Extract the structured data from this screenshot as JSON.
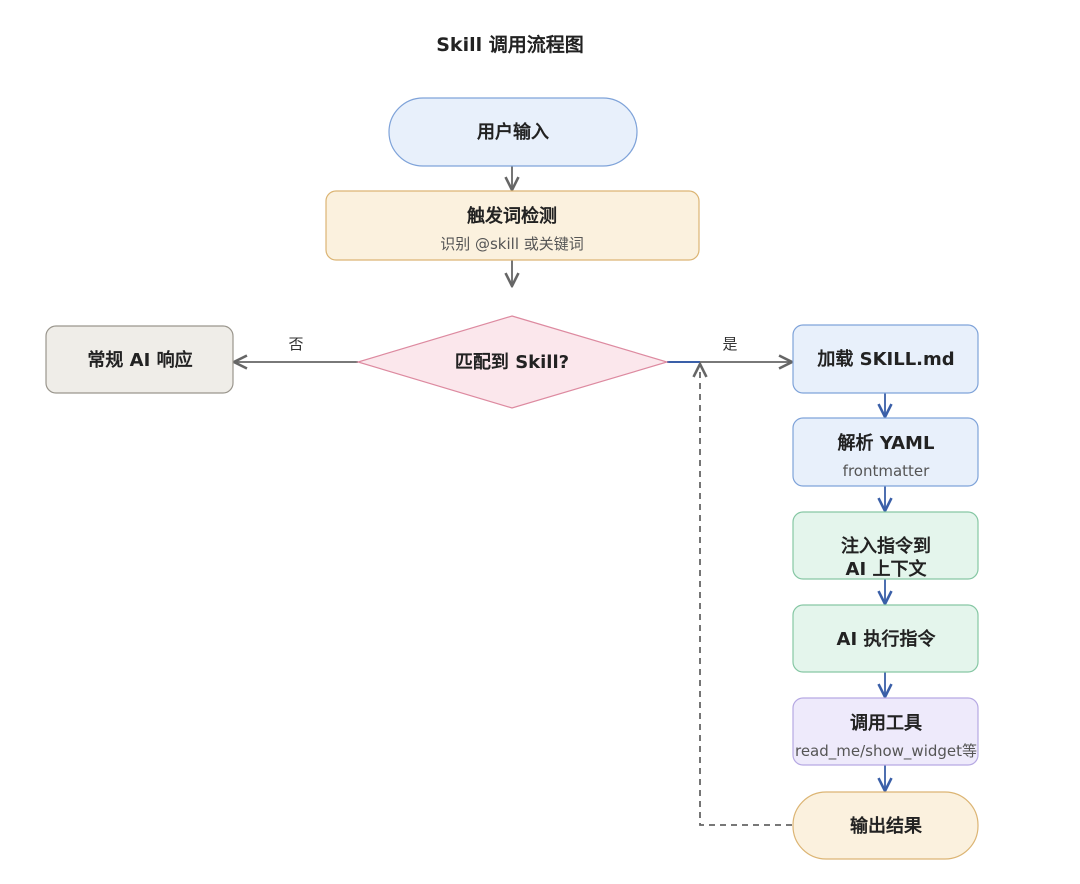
{
  "title": "Skill 调用流程图",
  "colors": {
    "blue_fill": "#e8f0fb",
    "blue_stroke": "#7fa3d9",
    "orange_fill": "#fbf1de",
    "orange_stroke": "#dcb574",
    "gray_fill": "#efede8",
    "gray_stroke": "#9a968d",
    "pink_fill": "#fbe7ec",
    "pink_stroke": "#dd8aa0",
    "green_fill": "#e4f5ec",
    "green_stroke": "#86c7a4",
    "purple_fill": "#eeeafb",
    "purple_stroke": "#b6a9e3",
    "arrow_gray": "#666666",
    "arrow_blue": "#3a5fa8"
  },
  "nodes": {
    "user_input": {
      "title": "用户输入"
    },
    "trigger": {
      "title": "触发词检测",
      "subtitle": "识别 @skill 或关键词"
    },
    "match": {
      "title": "匹配到 Skill?"
    },
    "normal": {
      "title": "常规 AI 响应"
    },
    "load": {
      "title": "加载 SKILL.md"
    },
    "parse": {
      "title": "解析 YAML",
      "subtitle": "frontmatter"
    },
    "inject": {
      "line1": "注入指令到",
      "line2": "AI 上下文"
    },
    "execute": {
      "title": "AI 执行指令"
    },
    "tools": {
      "title": "调用工具",
      "subtitle": "read_me/show_widget等"
    },
    "output": {
      "title": "输出结果"
    }
  },
  "edges": {
    "no_label": "否",
    "yes_label": "是"
  }
}
